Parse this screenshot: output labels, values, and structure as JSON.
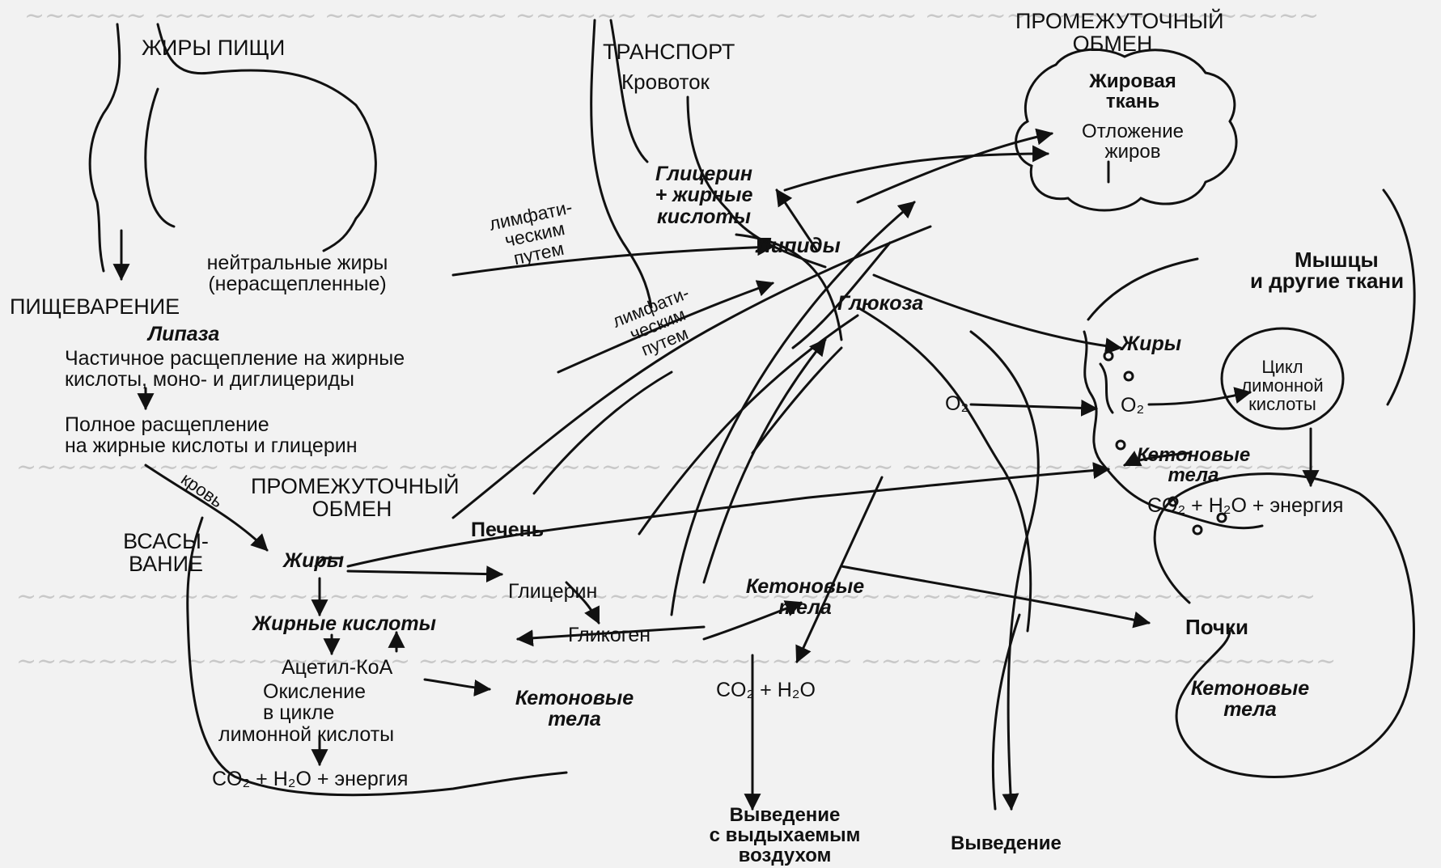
{
  "colors": {
    "ink": "#111111",
    "background": "#f2f2f2",
    "ghost_text": "#c8c8c8"
  },
  "labels": {
    "food_fats": "ЖИРЫ ПИЩИ",
    "transport": "ТРАНСПОРТ",
    "bloodstream": "Кровоток",
    "intermediate_top_1": "ПРОМЕЖУТОЧНЫЙ",
    "intermediate_top_2": "ОБМЕН",
    "adipose_1": "Жировая",
    "adipose_2": "ткань",
    "deposition_1": "Отложение",
    "deposition_2": "жиров",
    "glycerol_fa_1": "Глицерин",
    "glycerol_fa_2": "+ жирные",
    "glycerol_fa_3": "кислоты",
    "lymph_1a": "лимфати-",
    "lymph_1b": "ческим",
    "lymph_1c": "путем",
    "neutral_fats_1": "нейтральные жиры",
    "neutral_fats_2": "(нерасщепленные)",
    "lipids": "Липиды",
    "muscles_1": "Мышцы",
    "muscles_2": "и другие ткани",
    "digestion": "ПИЩЕВАРЕНИЕ",
    "lipase": "Липаза",
    "glucose": "Глюкоза",
    "lymph_2a": "лимфати-",
    "lymph_2b": "ческим",
    "lymph_2c": "путем",
    "partial_1": "Частичное расщепление на жирные",
    "partial_2": "кислоты, моно- и диглицериды",
    "fats_muscle": "Жиры",
    "citric_1": "Цикл",
    "citric_2": "лимонной",
    "citric_3": "кислоты",
    "full_1": "Полное расщепление",
    "full_2": "на жирные кислоты и глицерин",
    "o2_left": "O₂",
    "o2_right": "O₂",
    "blood": "кровь",
    "ketone_muscle_1": "Кетоновые",
    "ketone_muscle_2": "тела",
    "intermediate_mid_1": "ПРОМЕЖУТОЧНЫЙ",
    "intermediate_mid_2": "ОБМЕН",
    "co2_energy_right": "CO₂ + H₂O + энергия",
    "absorption_1": "ВСАСЫ-",
    "absorption_2": "ВАНИЕ",
    "liver": "Печень",
    "fats_liver": "Жиры",
    "glycerol": "Глицерин",
    "ketone_mid_1": "Кетоновые",
    "ketone_mid_2": "тела",
    "fatty_acids": "Жирные кислоты",
    "glycogen": "Гликоген",
    "kidneys": "Почки",
    "acetyl_coa": "Ацетил-КоА",
    "oxidation_1": "Окисление",
    "oxidation_2": "в цикле",
    "oxidation_3": "лимонной кислоты",
    "ketone_liver_1": "Кетоновые",
    "ketone_liver_2": "тела",
    "co2_h2o": "CO₂ + H₂O",
    "ketone_kidney_1": "Кетоновые",
    "ketone_kidney_2": "тела",
    "co2_energy_left": "CO₂ + H₂O + энергия",
    "exhaled_1": "Выведение",
    "exhaled_2": "с выдыхаемым",
    "exhaled_3": "воздухом",
    "excretion": "Выведение"
  }
}
